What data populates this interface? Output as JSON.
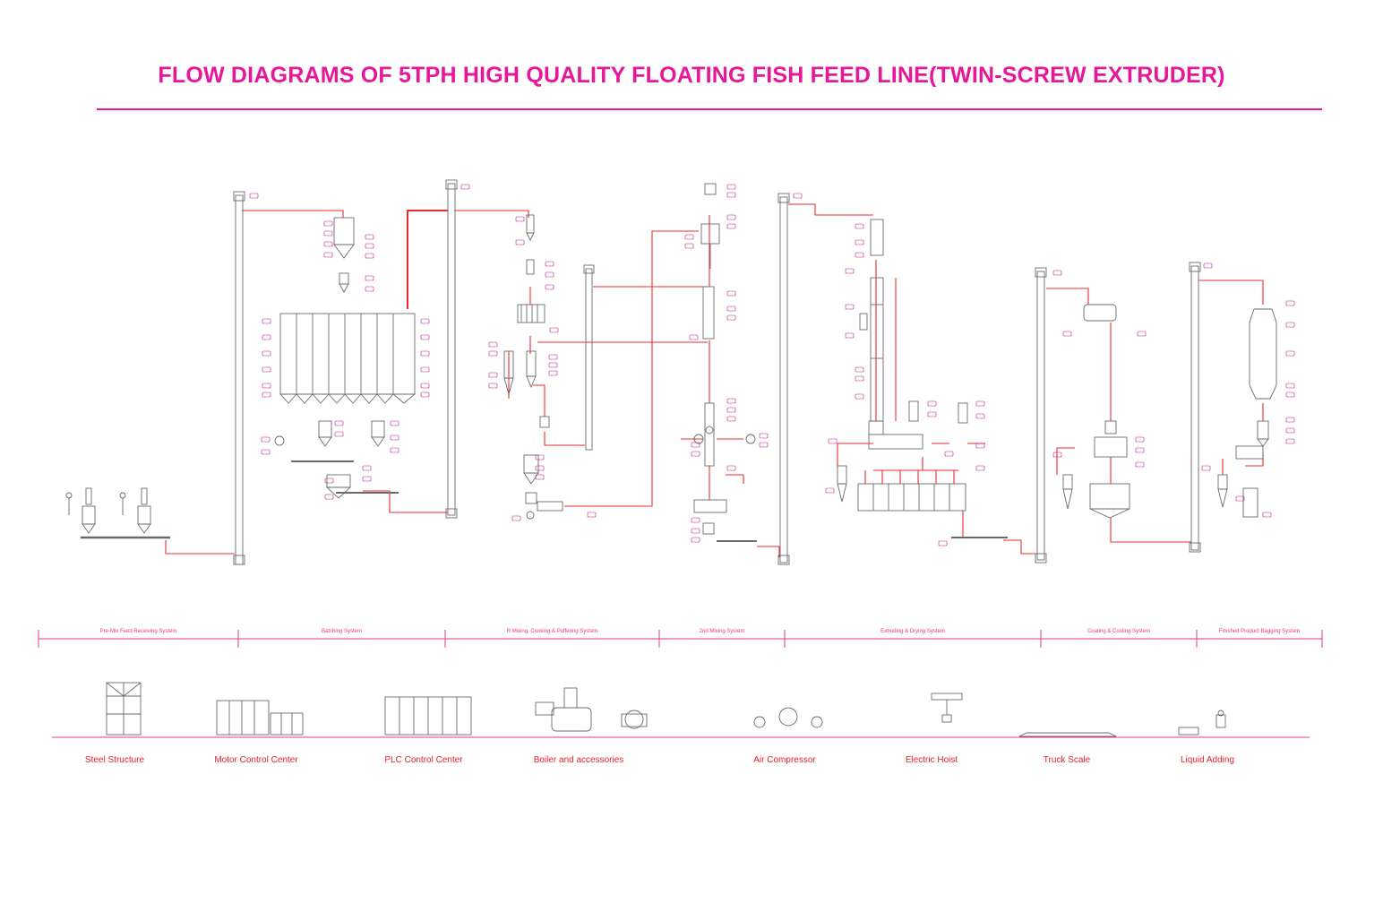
{
  "title": "FLOW DIAGRAMS OF  5TPH HIGH QUALITY FLOATING FISH FEED LINE(TWIN-SCREW EXTRUDER)",
  "colors": {
    "title": "#e6179a",
    "flow_line": "#ee2b2b",
    "equipment": "#6a6a6a",
    "tag": "#c2188a",
    "system_label": "#e23a8f",
    "equipment_label": "#e8222a"
  },
  "systems": [
    {
      "name": "Pre-Mix Feed Receiving System"
    },
    {
      "name": "Batching System"
    },
    {
      "name": "R.Mixing, Cooking & Puffering System"
    },
    {
      "name": "2nd Mixing System"
    },
    {
      "name": "Extruding & Drying System"
    },
    {
      "name": "Coating & Cooling System"
    },
    {
      "name": "Finished Product Bagging System"
    }
  ],
  "auxiliary": [
    {
      "name": "Steel Structure",
      "icon": "steel-structure-icon"
    },
    {
      "name": "Motor Control Center",
      "icon": "motor-control-center-icon"
    },
    {
      "name": "PLC Control Center",
      "icon": "plc-control-center-icon"
    },
    {
      "name": "Boiler and accessories",
      "icon": "boiler-icon"
    },
    {
      "name": "Air Compressor",
      "icon": "air-compressor-icon"
    },
    {
      "name": "Electric Hoist",
      "icon": "electric-hoist-icon"
    },
    {
      "name": "Truck Scale",
      "icon": "truck-scale-icon"
    },
    {
      "name": "Liquid Adding",
      "icon": "liquid-adding-icon"
    }
  ]
}
